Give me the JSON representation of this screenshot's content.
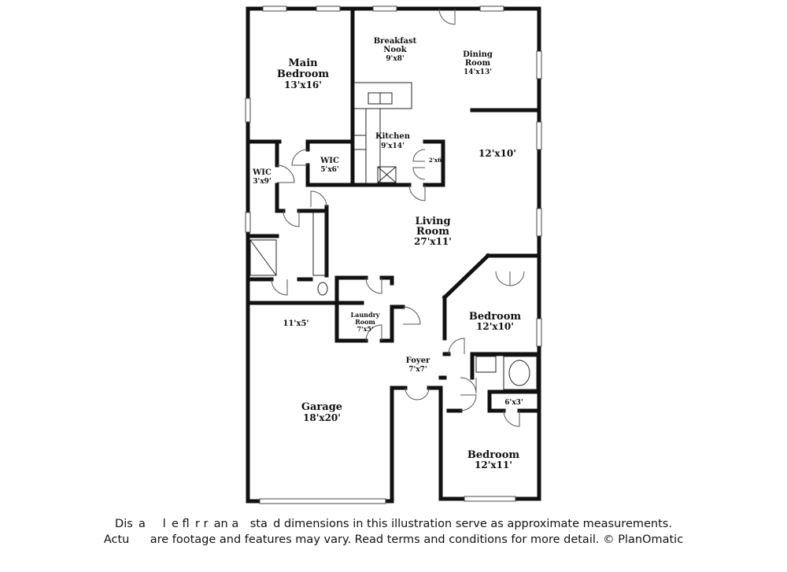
{
  "rooms": {
    "breakfast": {
      "name1": "Breakfast",
      "name2": "Nook",
      "dim": "9'x8'"
    },
    "dining": {
      "name1": "Dining",
      "name2": "Room",
      "dim": "14'x13'"
    },
    "main_bedroom": {
      "name1": "Main",
      "name2": "Bedroom",
      "dim": "13'x16'"
    },
    "kitchen": {
      "name": "Kitchen",
      "dim": "9'x14'"
    },
    "pantry": {
      "dim": "2'x6'"
    },
    "flex": {
      "dim": "12'x10'"
    },
    "wic_small": {
      "name": "WIC",
      "dim": "3'x9'"
    },
    "wic_large": {
      "name": "WIC",
      "dim": "5'x6'"
    },
    "living": {
      "name1": "Living",
      "name2": "Room",
      "dim": "27'x11'"
    },
    "bath_area": {
      "dim": "11'x5'"
    },
    "laundry": {
      "name1": "Laundry",
      "name2": "Room",
      "dim": "7'x5'"
    },
    "bedroom2": {
      "name": "Bedroom",
      "dim": "12'x10'"
    },
    "foyer": {
      "name": "Foyer",
      "dim": "7'x7'"
    },
    "closet": {
      "dim": "6'x3'"
    },
    "garage": {
      "name": "Garage",
      "dim": "18'x20'"
    },
    "bedroom3": {
      "name": "Bedroom",
      "dim": "12'x11'"
    }
  },
  "disclaimer": {
    "line1": "Dis a   l e fl r r an a  sta d dimensions in this illustration serve as approximate measurements.",
    "line2": "Actu    are footage and features may vary. Read terms and conditions for more detail. © PlanOmatic"
  }
}
